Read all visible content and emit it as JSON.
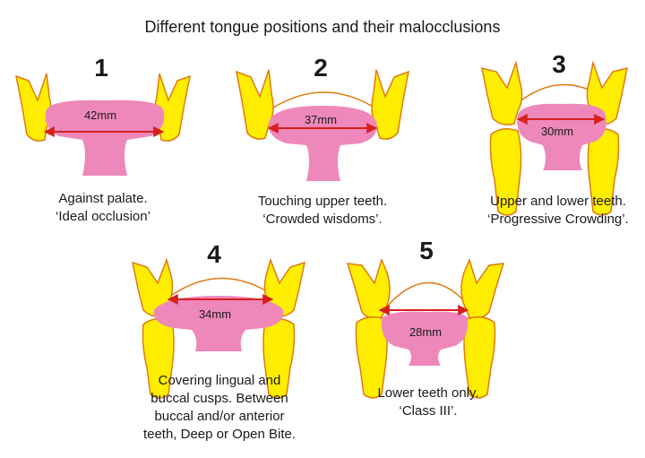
{
  "title": "Different tongue positions and their malocclusions",
  "colors": {
    "tooth": "#ffee00",
    "tooth_outline": "#e07a10",
    "tongue": "#ee88bb",
    "palate_arc": "#e07a10",
    "measure_arrow": "#d62020",
    "text": "#1a1a1a"
  },
  "panels": [
    {
      "number": "1",
      "measurement": "42mm",
      "caption": [
        "Against palate.",
        "‘Ideal occlusion’"
      ]
    },
    {
      "number": "2",
      "measurement": "37mm",
      "caption": [
        "Touching upper teeth.",
        "‘Crowded wisdoms’."
      ]
    },
    {
      "number": "3",
      "measurement": "30mm",
      "caption": [
        "Upper and lower teeth.",
        "‘Progressive Crowding’."
      ]
    },
    {
      "number": "4",
      "measurement": "34mm",
      "caption": [
        "Covering lingual and",
        "buccal cusps. Between",
        "buccal and/or anterior",
        "teeth, Deep or Open Bite."
      ]
    },
    {
      "number": "5",
      "measurement": "28mm",
      "caption": [
        "Lower teeth only.",
        "‘Class III’."
      ]
    }
  ]
}
